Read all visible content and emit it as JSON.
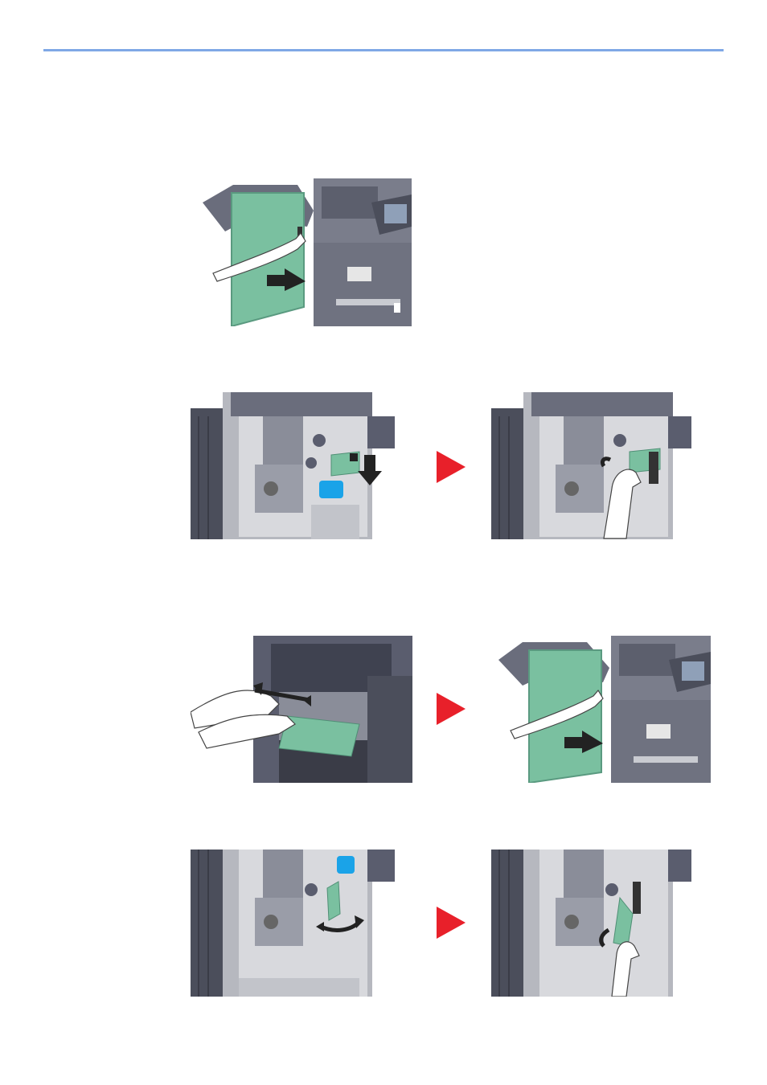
{
  "page": {
    "rule_color": "#7fa8e6"
  },
  "steps": [
    {
      "id": "step-1",
      "illustrations": [
        "open-front-cover"
      ]
    },
    {
      "id": "step-2",
      "illustrations": [
        "lower-guide-with-callout",
        "remove-paper-from-guide"
      ],
      "callout_color": "#1aa3e8"
    },
    {
      "id": "step-3",
      "illustrations": [
        "pull-out-jammed-paper",
        "close-front-cover"
      ]
    },
    {
      "id": "step-4",
      "illustrations": [
        "turn-lever-with-callout",
        "remove-paper-from-lever"
      ],
      "callout_color": "#1aa3e8"
    }
  ],
  "colors": {
    "machine_dark": "#5a5d6e",
    "machine_mid": "#8a8d99",
    "machine_light": "#c9cbd1",
    "cover_green": "#7ac0a0",
    "next_arrow": "#e8202a"
  }
}
